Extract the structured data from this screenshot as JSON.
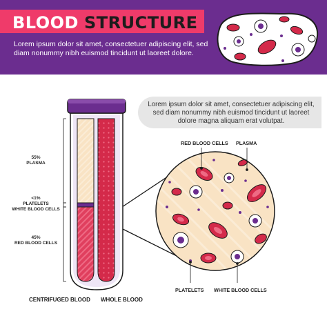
{
  "header": {
    "title_part1": "BLOOD",
    "title_part2": "STRUCTURE",
    "description": "Lorem ipsum dolor sit amet, consectetuer adipiscing elit, sed diam nonummy nibh euismod tincidunt ut laoreet dolore."
  },
  "info_box": {
    "text": "Lorem ipsum dolor sit amet, consectetuer adipiscing elit, sed diam nonummy nibh euismod tincidunt ut laoreet dolore magna aliquam erat volutpat."
  },
  "tube_labels": {
    "plasma_pct": "55%",
    "plasma": "PLASMA",
    "platelets_pct": "<1%",
    "platelets": "PLATELETS",
    "white_cells": "WHITE BLOOD CELLS",
    "red_pct": "45%",
    "red_cells": "RED BLOOD CELLS"
  },
  "bottom_labels": {
    "centrifuged": "CENTRIFUGED BLOOD",
    "whole": "WHOLE BLOOD"
  },
  "circle_labels": {
    "red_cells": "RED BLOOD CELLS",
    "plasma": "PLASMA",
    "platelets": "PLATELETS",
    "white_cells": "WHITE BLOOD CELLS"
  },
  "colors": {
    "header_bg": "#6b2d8f",
    "title_banner": "#ef3b6a",
    "red_cell": "#d42a4a",
    "plasma": "#f9e3c4",
    "white_cell": "#6b2d8f",
    "tube_cap": "#6b2d8f"
  }
}
